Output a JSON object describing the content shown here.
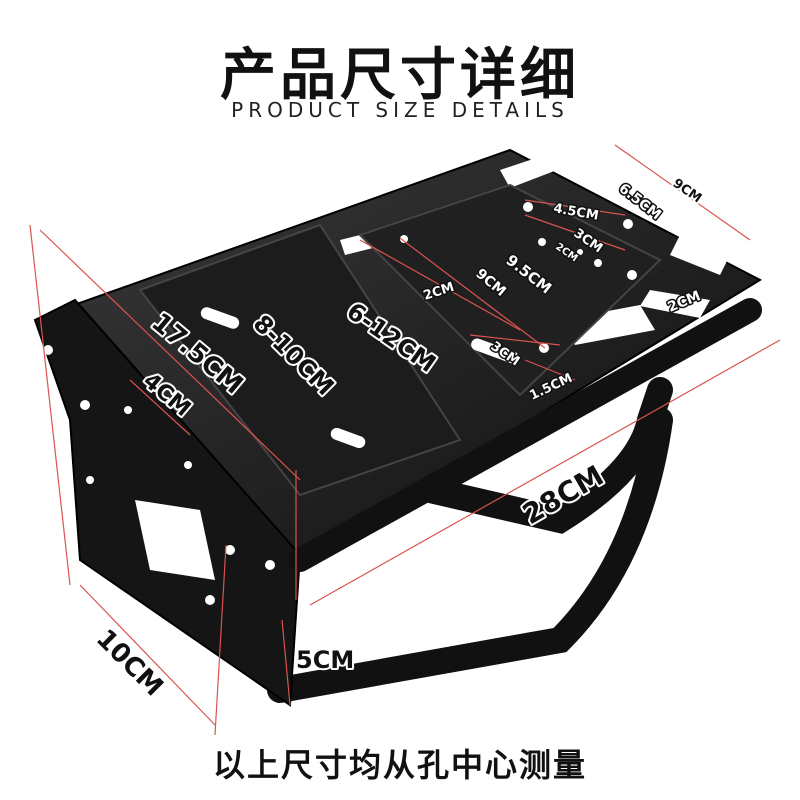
{
  "header": {
    "title": "产品尺寸详细",
    "subtitle": "PRODUCT SIZE DETAILS"
  },
  "dimensions": {
    "d_9cm": "9CM",
    "d_6_5cm": "6.5CM",
    "d_4_5cm": "4.5CM",
    "d_3cm_top": "3CM",
    "d_2cm_small": "2CM",
    "d_9_5cm": "9.5CM",
    "d_2cm_left": "2CM",
    "d_9cm_mid": "9CM",
    "d_2cm_right": "2CM",
    "d_17_5cm": "17.5CM",
    "d_8_10cm": "8-10CM",
    "d_6_12cm": "6-12CM",
    "d_4cm": "4CM",
    "d_3cm_bottom": "3CM",
    "d_1_5cm": "1.5CM",
    "d_28cm": "28CM",
    "d_10cm": "10CM",
    "d_5cm": "5CM"
  },
  "footer": {
    "note": "以上尺寸均从孔中心测量"
  },
  "colors": {
    "rack": "#1a1a1a",
    "rack_highlight": "#3a3a3a",
    "dimension_line": "#d9534f",
    "text": "#111111"
  }
}
